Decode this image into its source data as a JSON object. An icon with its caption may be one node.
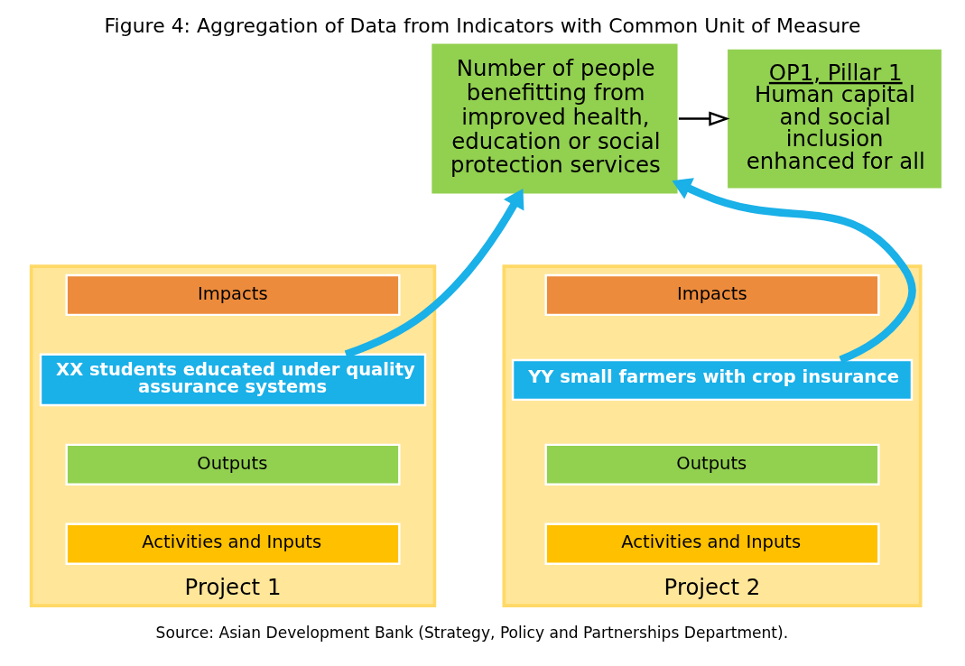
{
  "diagram": {
    "title": "Figure 4: Aggregation of Data from Indicators with Common Unit of Measure",
    "caption": "Source: Asian Development Bank (Strategy, Policy and Partnerships Department).",
    "nodes": [
      {
        "text": [
          "Number of people benefitting from improved health, education or social protection services"
        ]
      },
      {
        "text": [
          "OP1, Pillar 1",
          "Human capital and social inclusion enhanced for all"
        ]
      },
      {
        "text": [
          "Project 1"
        ]
      },
      {
        "text": [
          "Impacts"
        ],
        "in": 2
      },
      {
        "text": [
          "XX students educated under quality assurance systems"
        ],
        "in": 2
      },
      {
        "text": [
          "Outputs"
        ],
        "in": 2
      },
      {
        "text": [
          "Activities and Inputs"
        ],
        "in": 2
      },
      {
        "text": [
          "Project 2"
        ]
      },
      {
        "text": [
          "Impacts"
        ],
        "in": 7
      },
      {
        "text": [
          "YY small farmers with crop insurance"
        ],
        "in": 7
      },
      {
        "text": [
          "Outputs"
        ],
        "in": 7
      },
      {
        "text": [
          "Activities and Inputs"
        ],
        "in": 7
      }
    ],
    "edges": [
      {
        "from": 0,
        "to": 1,
        "arrow": "to",
        "color": "#000000"
      },
      {
        "from": 4,
        "to": 0,
        "arrow": "to"
      },
      {
        "from": 9,
        "to": 0,
        "arrow": "to"
      }
    ]
  }
}
